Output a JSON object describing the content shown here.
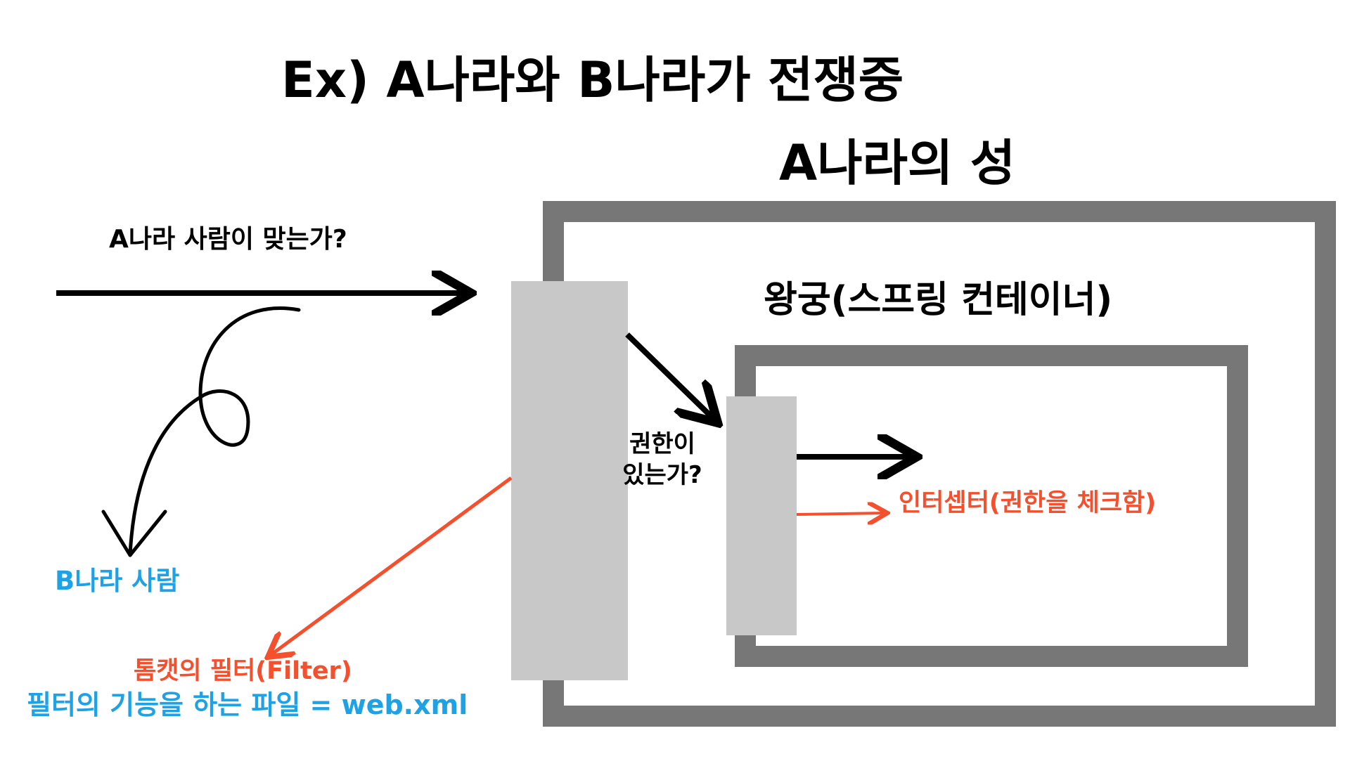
{
  "title": "Ex) A나라와 B나라가 전쟁중",
  "castle_label": "A나라의 성",
  "check_label": "A나라 사람이 맞는가?",
  "palace_label": "왕궁(스프링 컨테이너)",
  "b_person_label": "B나라 사람",
  "permission_label": "권한이 있는가?",
  "interceptor_label": "인터셉터(권한을 체크함)",
  "filter_label": "톰캣의 필터(Filter)",
  "webxml_label": "필터의 기능을 하는 파일 = web.xml",
  "colors": {
    "text": "#000000",
    "wall": "#777777",
    "gate": "#c8c8c8",
    "accent_red": "#f4502e",
    "accent_blue": "#1fa1e6"
  }
}
